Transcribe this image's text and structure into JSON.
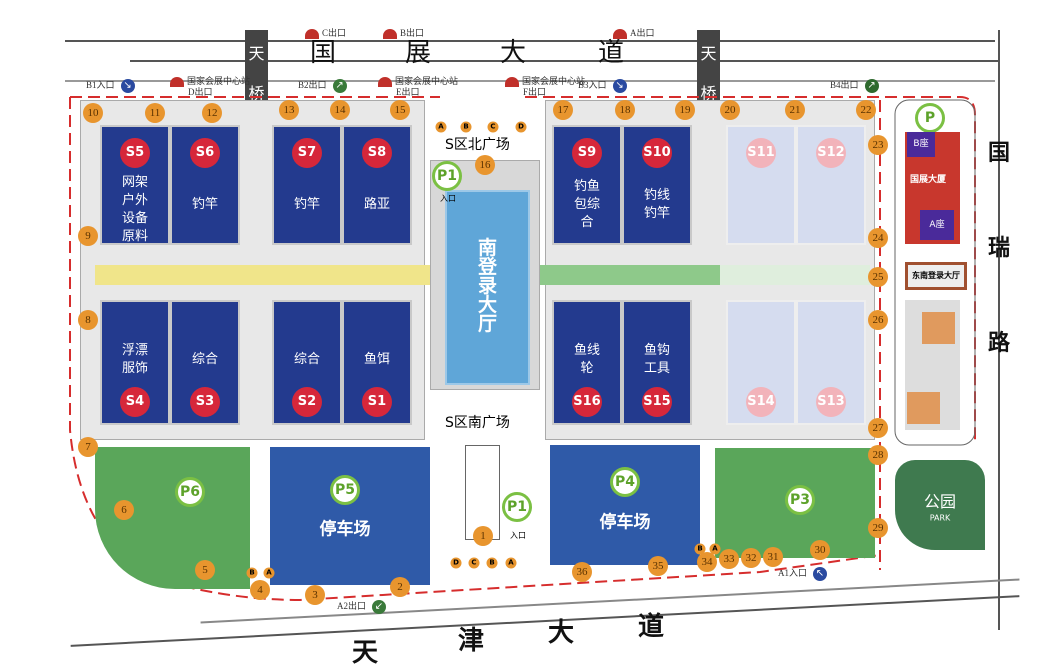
{
  "roads": {
    "top": [
      "国",
      "展",
      "大",
      "道"
    ],
    "bottom": [
      "天",
      "津",
      "大",
      "道"
    ],
    "right": [
      "国",
      "瑞",
      "路"
    ],
    "bridge": [
      "天",
      "桥"
    ]
  },
  "metro_top": {
    "c": "C出口",
    "b": "B出口",
    "a": "A出口"
  },
  "metro_station": {
    "name": "国家会展中心站",
    "d": "D出口",
    "e": "E出口",
    "f": "F出口"
  },
  "exits": {
    "b1": "B1入口",
    "b2": "B2出口",
    "b3": "B3入口",
    "b4": "B4出口",
    "a1": "A1入口",
    "a2": "A2出口"
  },
  "plazas": {
    "north": "S区北广场",
    "south": "S区南广场",
    "hall": "南登录大厅"
  },
  "halls": [
    {
      "id": "S5",
      "name": "网架户外设备原料"
    },
    {
      "id": "S6",
      "name": "钓竿"
    },
    {
      "id": "S7",
      "name": "钓竿"
    },
    {
      "id": "S8",
      "name": "路亚"
    },
    {
      "id": "S9",
      "name": "钓鱼包综合"
    },
    {
      "id": "S10",
      "name": "钓线钓竿"
    },
    {
      "id": "S11",
      "name": ""
    },
    {
      "id": "S12",
      "name": ""
    },
    {
      "id": "S4",
      "name": "浮漂服饰"
    },
    {
      "id": "S3",
      "name": "综合"
    },
    {
      "id": "S2",
      "name": "综合"
    },
    {
      "id": "S1",
      "name": "鱼饵"
    },
    {
      "id": "S16",
      "name": "鱼线轮"
    },
    {
      "id": "S15",
      "name": "鱼钩工具"
    },
    {
      "id": "S14",
      "name": ""
    },
    {
      "id": "S13",
      "name": ""
    }
  ],
  "parking": {
    "p6": "P6",
    "p5": "P5",
    "p4": "P4",
    "p3": "P3",
    "p1": "P1",
    "p": "P",
    "lot": "停车场",
    "entrance": "入口"
  },
  "park": {
    "name": "公园",
    "en": "PARK"
  },
  "tower": {
    "name": "国展大厦",
    "b": "B座",
    "a": "A座",
    "lobby": "东南登录大厅"
  },
  "markers": [
    "1",
    "2",
    "3",
    "4",
    "5",
    "6",
    "7",
    "8",
    "9",
    "10",
    "11",
    "12",
    "13",
    "14",
    "15",
    "16",
    "17",
    "18",
    "19",
    "20",
    "21",
    "22",
    "23",
    "24",
    "25",
    "26",
    "27",
    "28",
    "29",
    "30",
    "31",
    "32",
    "33",
    "34",
    "35",
    "36"
  ],
  "gates": [
    "A",
    "B",
    "C",
    "D"
  ],
  "colors": {
    "hall": "#233a8e",
    "marker": "#e8952e",
    "label": "#d6273a",
    "parking_green": "#5aa65a",
    "parking_blue": "#2f5aa8"
  }
}
